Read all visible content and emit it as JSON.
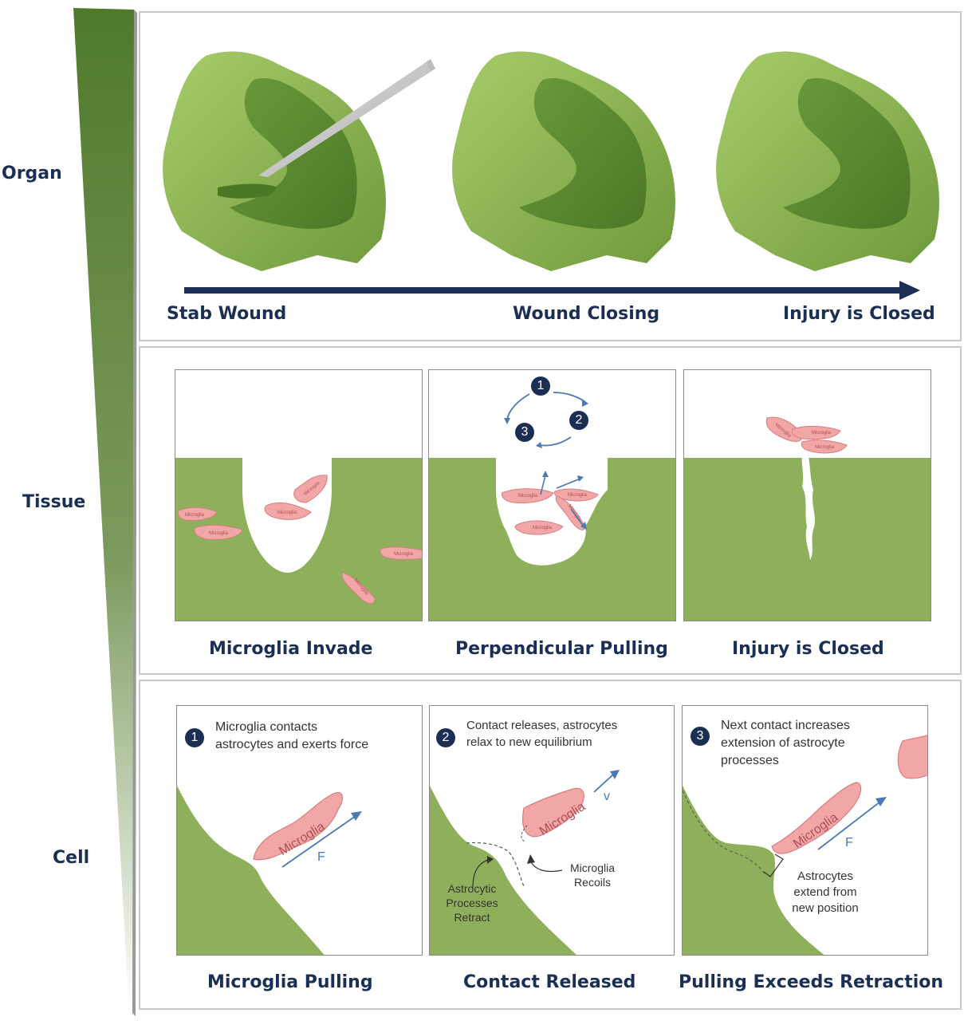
{
  "scale_levels": {
    "organ": "Organ",
    "tissue": "Tissue",
    "cell": "Cell"
  },
  "organ_row": {
    "stages": [
      "Stab Wound",
      "Wound Closing",
      "Injury is Closed"
    ]
  },
  "tissue_row": {
    "panels": [
      "Microglia Invade",
      "Perpendicular Pulling",
      "Injury is Closed"
    ],
    "cycle_steps": [
      "1",
      "2",
      "3"
    ],
    "cell_label": "Microglia"
  },
  "cell_row": {
    "panels": [
      "Microglia Pulling",
      "Contact Released",
      "Pulling Exceeds Retraction"
    ],
    "steps": [
      {
        "num": "1",
        "text_lines": [
          "Microglia contacts",
          "astrocytes and exerts force"
        ]
      },
      {
        "num": "2",
        "text_lines": [
          "Contact releases, astrocytes",
          "relax to new equilibrium"
        ]
      },
      {
        "num": "3",
        "text_lines": [
          "Next contact increases",
          "extension of astrocyte",
          "processes"
        ]
      }
    ],
    "cell_label": "Microglia",
    "force_label": "F",
    "velocity_label": "v",
    "annotations": {
      "astrocytic_retract": [
        "Astrocytic",
        "Processes",
        "Retract"
      ],
      "microglia_recoils": [
        "Microglia",
        "Recoils"
      ],
      "astrocytes_extend": [
        "Astrocytes",
        "extend from",
        "new position"
      ]
    }
  },
  "colors": {
    "tissue_green": "#8fb05a",
    "organ_light": "#96bd5c",
    "organ_dark": "#5e8a34",
    "microglia_pink": "#f2a7a7",
    "navy": "#1b2f55",
    "arrow_blue": "#4a7ab5"
  }
}
